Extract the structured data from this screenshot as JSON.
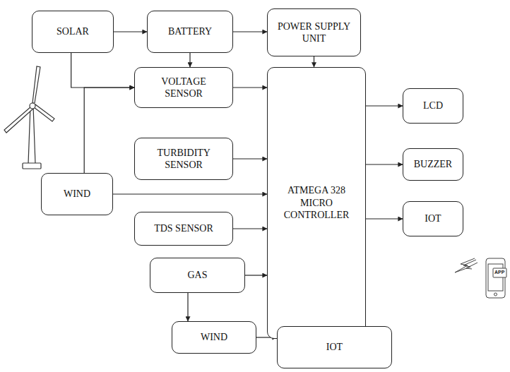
{
  "diagram": {
    "nodes": [
      {
        "text": [
          "SOLAR"
        ]
      },
      {
        "text": [
          "BATTERY"
        ]
      },
      {
        "text": [
          "POWER SUPPLY UNIT"
        ]
      },
      {
        "text": [
          "VOLTAGE SENSOR"
        ]
      },
      {
        "text": [
          "TURBIDITY SENSOR"
        ]
      },
      {
        "text": [
          "WIND"
        ]
      },
      {
        "text": [
          "TDS SENSOR"
        ]
      },
      {
        "text": [
          "ATMEGA 328 MICRO CONTROLLER"
        ]
      },
      {
        "text": [
          "LCD"
        ]
      },
      {
        "text": [
          "BUZZER"
        ]
      },
      {
        "text": [
          "IOT"
        ]
      },
      {
        "text": [
          "GAS"
        ]
      },
      {
        "text": [
          "WIND"
        ]
      },
      {
        "text": [
          "IOT"
        ]
      }
    ],
    "edges": [
      {
        "from": 0,
        "to": 1,
        "arrow": "to"
      },
      {
        "from": 1,
        "to": 2,
        "arrow": "to"
      },
      {
        "from": 1,
        "to": 3,
        "arrow": "to"
      },
      {
        "from": 0,
        "to": 3,
        "arrow": "to"
      },
      {
        "from": 5,
        "to": 3,
        "arrow": "to"
      },
      {
        "from": 2,
        "to": 7,
        "arrow": "to"
      },
      {
        "from": 3,
        "to": 7,
        "arrow": "to"
      },
      {
        "from": 4,
        "to": 7,
        "arrow": "to"
      },
      {
        "from": 5,
        "to": 7,
        "arrow": "to"
      },
      {
        "from": 6,
        "to": 7,
        "arrow": "to"
      },
      {
        "from": 11,
        "to": 7,
        "arrow": "to"
      },
      {
        "from": 7,
        "to": 8,
        "arrow": "to"
      },
      {
        "from": 7,
        "to": 9,
        "arrow": "to"
      },
      {
        "from": 7,
        "to": 10,
        "arrow": "to"
      },
      {
        "from": 7,
        "to": 13,
        "arrow": "to"
      },
      {
        "from": 11,
        "to": 12,
        "arrow": "to"
      },
      {
        "from": 12,
        "to": 13,
        "arrow": "to"
      }
    ],
    "labels": [
      "APP"
    ]
  }
}
